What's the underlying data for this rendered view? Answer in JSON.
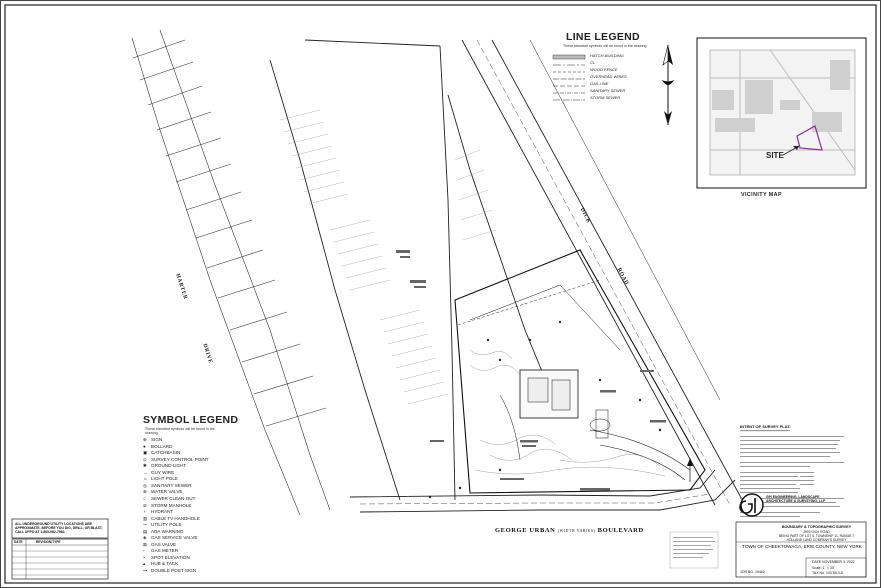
{
  "line_legend": {
    "title": "LINE LEGEND",
    "subtitle": "These standard symbols will be found in the drawing.",
    "items": [
      "HATCH-BUILDING",
      "CL",
      "WOOD FENCE",
      "OVERHEAD WIRES",
      "GAS LINE",
      "SANITARY SEWER",
      "STORM SEWER"
    ]
  },
  "symbol_legend": {
    "title": "SYMBOL LEGEND",
    "subtitle": "These standard symbols will be found in the drawing.",
    "items": [
      {
        "glyph": "⊕",
        "label": "SIGN"
      },
      {
        "glyph": "●",
        "label": "BOLLARD"
      },
      {
        "glyph": "▣",
        "label": "CATCHBASIN"
      },
      {
        "glyph": "⊙",
        "label": "SURVEY CONTROL POINT"
      },
      {
        "glyph": "✱",
        "label": "GROUND LIGHT"
      },
      {
        "glyph": "→",
        "label": "GUY WIRE"
      },
      {
        "glyph": "☼",
        "label": "LIGHT POLE"
      },
      {
        "glyph": "◎",
        "label": "SANITARY SEWER"
      },
      {
        "glyph": "⊗",
        "label": "WATER VALVE"
      },
      {
        "glyph": "○",
        "label": "SEWER CLEAN OUT"
      },
      {
        "glyph": "⊚",
        "label": "STORM MANHOLE"
      },
      {
        "glyph": "♁",
        "label": "HYDRANT"
      },
      {
        "glyph": "▥",
        "label": "CABLE TV HANDHOLE"
      },
      {
        "glyph": "⊸",
        "label": "UTILITY POLE"
      },
      {
        "glyph": "▤",
        "label": "ADA WARNING"
      },
      {
        "glyph": "◈",
        "label": "GAS SERVICE VALVE"
      },
      {
        "glyph": "⊠",
        "label": "GAS VALVE"
      },
      {
        "glyph": "▫",
        "label": "GAS METER"
      },
      {
        "glyph": "×",
        "label": "SPOT ELEVATION"
      },
      {
        "glyph": "▴",
        "label": "HUB & TACK"
      },
      {
        "glyph": "⊶",
        "label": "DOUBLE POST SIGN"
      }
    ]
  },
  "vicinity_map": {
    "title": "VICINITY MAP",
    "site_label": "SITE"
  },
  "streets": {
    "bottom": "GEORGE URBAN",
    "bottom_note": "(WIDTH VARIES)",
    "bottom_suffix": "BOULEVARD",
    "right_a": "DICK",
    "right_b": "ROAD",
    "left_a": "HARTER",
    "left_b": "DRIVE"
  },
  "title_block": {
    "survey_title": "BOUNDARY & TOPOGRAPHIC SURVEY",
    "address": "2900 DICK ROAD",
    "location_1": "BEING PART OF LOT 8, TOWNSHIP 11, RANGE 7",
    "location_2": "HOLLAND LAND COMPANY'S SURVEY",
    "town": "TOWN OF CHEEKTOWAGA, ERIE COUNTY, NEW YORK",
    "date": "DATE NOVEMBER 3, 2022",
    "scale": "Scale: 1\" = 30'",
    "job_no": "JOB NO. 19462",
    "tax_no": "TAX No. 103.65-3-8",
    "firm": "GPI ENGINEERING, LANDSCAPE ARCHITECTURE & SURVEYING, LLP",
    "logo_letters": "GPI"
  },
  "intent": {
    "heading": "INTENT OF SURVEY PLAT:"
  },
  "notes": {
    "utility": "ALL UNDERGROUND UTILITY LOCATIONS ARE APPROXIMATE. BEFORE YOU DIG, DRILL, OR BLAST, CALL UFPO AT 1-800-962-7962.",
    "revision_header_date": "DATE",
    "revision_header_desc": "REVISION/TYPE"
  }
}
